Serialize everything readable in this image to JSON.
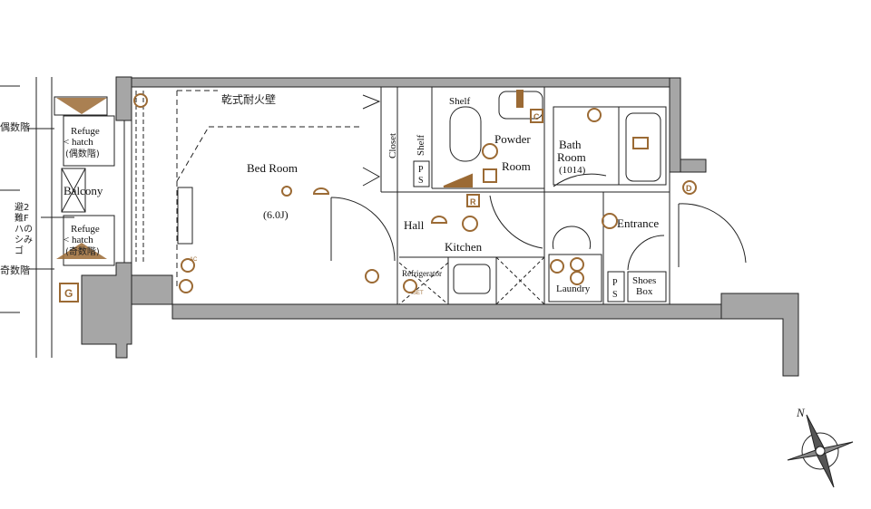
{
  "colors": {
    "wall": "#a6a6a6",
    "fixture": "#9b6a34",
    "line": "#222222"
  },
  "rooms": {
    "bed_room": "Bed Room",
    "bed_room_size": "(6.0J)",
    "closet": "Closet",
    "shelf_closet": "Shelf",
    "ps1": "P",
    "ps1b": "S",
    "shelf": "Shelf",
    "powder": "Powder",
    "powder_room": "Room",
    "bath": "Bath",
    "bath_room": "Room",
    "bath_size": "(1014)",
    "hall": "Hall",
    "kitchen": "Kitchen",
    "refrigerator": "Refrigerator",
    "laundry": "Laundry",
    "entrance": "Entrance",
    "ps2": "P",
    "ps2b": "S",
    "shoes": "Shoes",
    "shoes_box": "Box",
    "balcony": "Balcony",
    "refuge1": [
      "Refuge",
      "< hatch",
      "(偶数階)"
    ],
    "refuge2": [
      "Refuge",
      "< hatch",
      "(奇数階)"
    ]
  },
  "annotations": {
    "fire_wall": "乾式耐火壁",
    "even_floor": "偶数階",
    "odd_floor": "奇数階",
    "ladder": [
      "避2",
      "難F",
      "ハの",
      "シみ",
      "ゴ"
    ]
  },
  "symbols": {
    "c": "C",
    "r": "R",
    "g": "G",
    "d": "D",
    "set": "SET",
    "ac": "AC"
  },
  "compass": {
    "label": "N"
  }
}
